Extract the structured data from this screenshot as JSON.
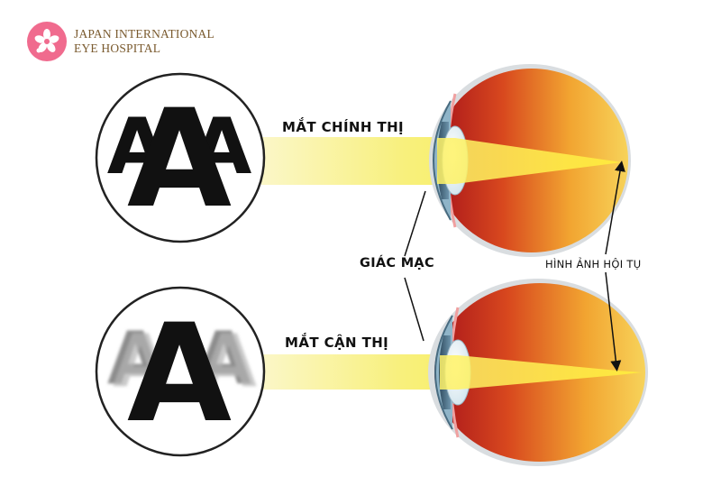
{
  "logo": {
    "line1": "JAPAN INTERNATIONAL",
    "line2": "EYE HOSPITAL",
    "icon": "sakura-flower-icon",
    "color": "#f06b8e"
  },
  "labels": {
    "normal_eye": "MẮT CHÍNH THỊ",
    "myopic_eye": "MẮT CẬN THỊ",
    "cornea": "GIÁC MẠC",
    "focus_image": "HÌNH ẢNH HỘI TỤ"
  },
  "chart_glyph": "A",
  "colors": {
    "beam": "#f7f06a",
    "eye_outer": "#c0281e",
    "eye_inner": "#f5c948",
    "blur_letter": "#8c8c8c"
  }
}
